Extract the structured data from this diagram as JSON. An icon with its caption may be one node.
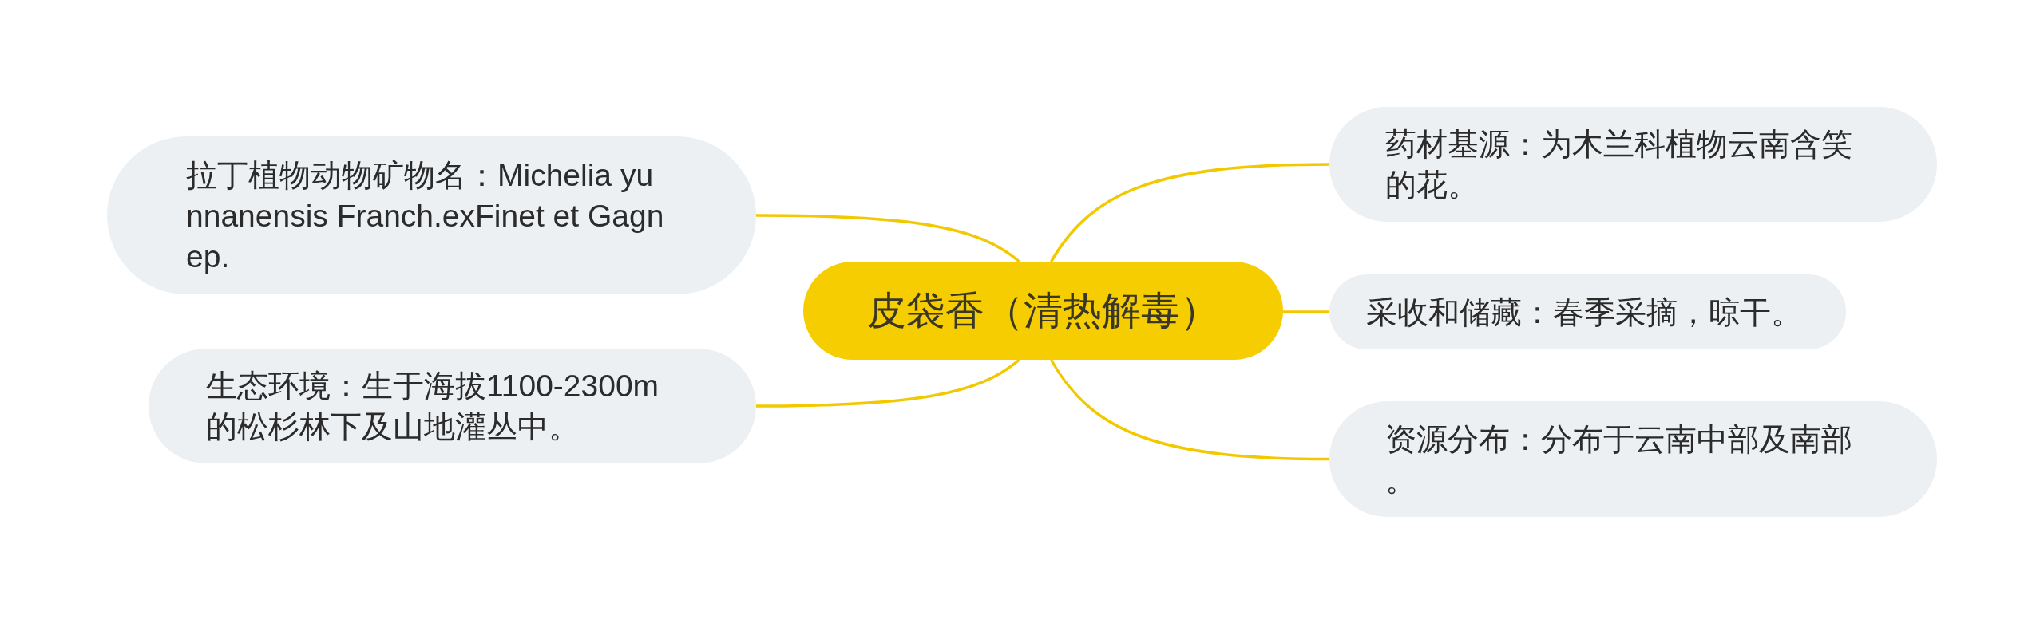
{
  "diagram": {
    "nodes": [
      {
        "text": [
          "皮袋香（清热解毒）"
        ]
      },
      {
        "text": [
          "拉丁植物动物矿物名：Michelia yunnanensis Franch.exFinet et Gagnep."
        ]
      },
      {
        "text": [
          "生态环境：生于海拔1100-2300m的松杉林下及山地灌丛中。"
        ]
      },
      {
        "text": [
          "药材基源：为木兰科植物云南含笑的花。"
        ]
      },
      {
        "text": [
          "采收和储藏：春季采摘，晾干。"
        ]
      },
      {
        "text": [
          "资源分布：分布于云南中部及南部。"
        ]
      }
    ],
    "edges": [
      {
        "from": 0,
        "to": 1,
        "arrow": "none"
      },
      {
        "from": 0,
        "to": 2,
        "arrow": "none"
      },
      {
        "from": 0,
        "to": 3,
        "arrow": "none"
      },
      {
        "from": 0,
        "to": 4,
        "arrow": "none"
      },
      {
        "from": 0,
        "to": 5,
        "arrow": "none"
      }
    ]
  }
}
